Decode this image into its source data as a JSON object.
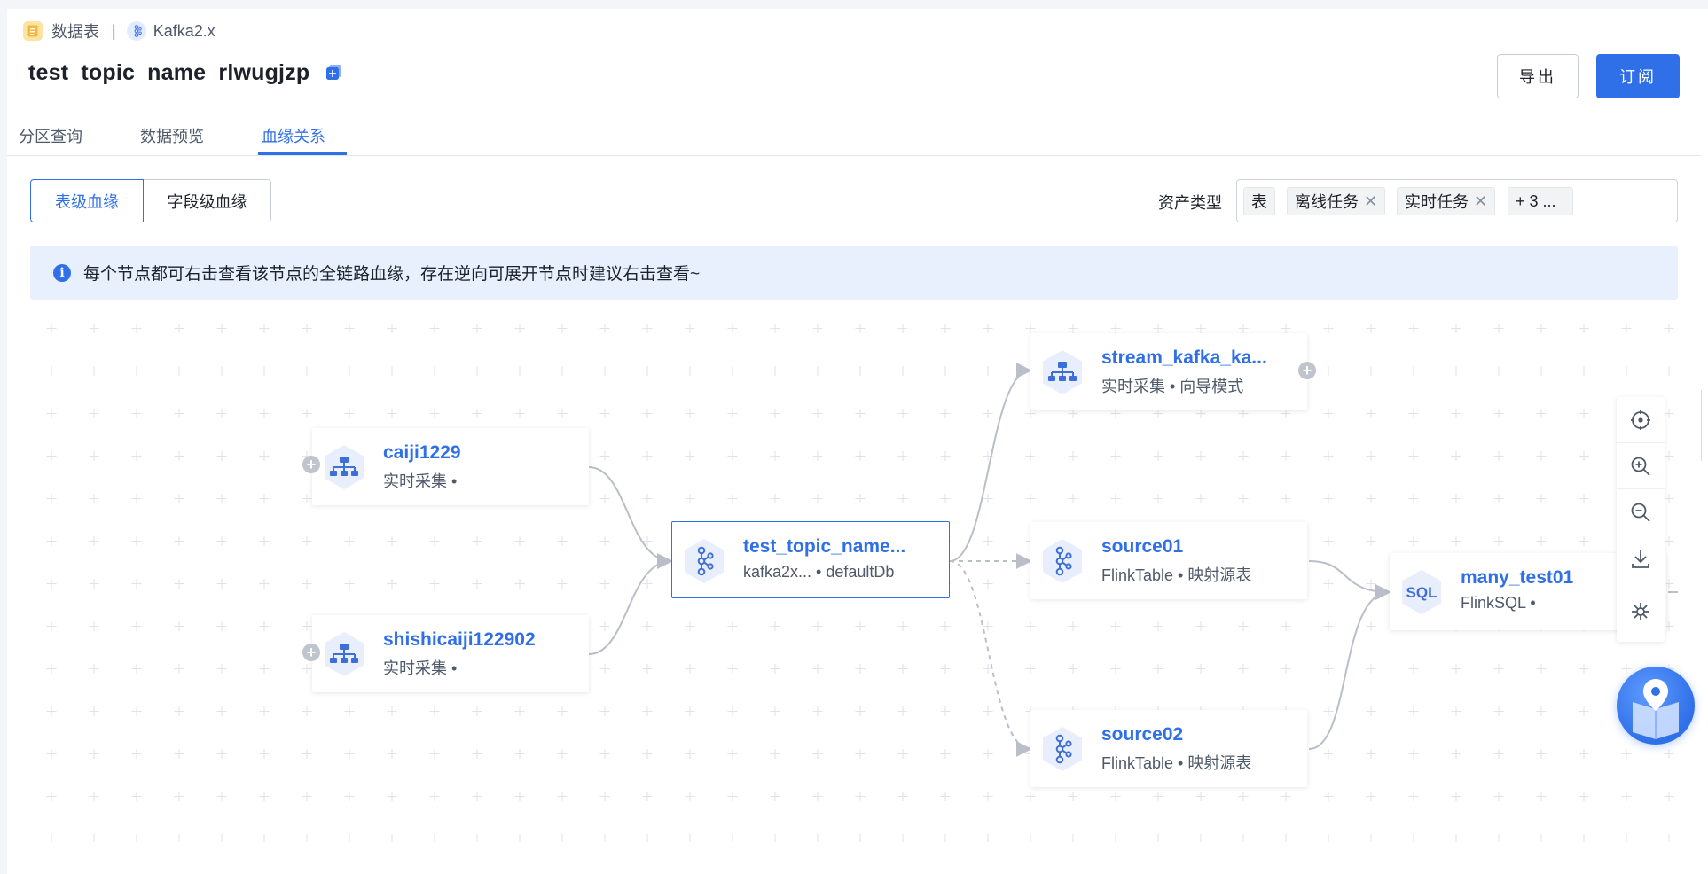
{
  "breadcrumb": {
    "item1": "数据表",
    "separator": "|",
    "item2": "Kafka2.x"
  },
  "title": "test_topic_name_rlwugjzp",
  "actions": {
    "export": "导出",
    "subscribe": "订阅"
  },
  "tabs": [
    {
      "label": "分区查询",
      "active": false
    },
    {
      "label": "数据预览",
      "active": false
    },
    {
      "label": "血缘关系",
      "active": true
    }
  ],
  "lineage_level": {
    "table": "表级血缘",
    "field": "字段级血缘",
    "selected": "表级血缘"
  },
  "asset_filter": {
    "label": "资产类型",
    "chips": [
      "表",
      "离线任务",
      "实时任务"
    ],
    "more": "+ 3 ..."
  },
  "info": "每个节点都可右击查看该节点的全链路血缘，存在逆向可展开节点时建议右击查看~",
  "nodes": {
    "caiji": {
      "name": "caiji1229",
      "sub": "实时采集 •",
      "icon": "collect-icon"
    },
    "shishi": {
      "name": "shishicaiji122902",
      "sub": "实时采集 •",
      "icon": "collect-icon"
    },
    "topic": {
      "name": "test_topic_name...",
      "sub": "kafka2x...   • defaultDb",
      "icon": "kafka-icon"
    },
    "stream": {
      "name": "stream_kafka_ka...",
      "sub": "实时采集 • 向导模式",
      "icon": "collect-icon"
    },
    "source01": {
      "name": "source01",
      "sub": "FlinkTable • 映射源表",
      "icon": "kafka-icon"
    },
    "source02": {
      "name": "source02",
      "sub": "FlinkTable • 映射源表",
      "icon": "kafka-icon"
    },
    "many": {
      "name": "many_test01",
      "sub": "FlinkSQL •",
      "icon": "sql-icon",
      "icon_text": "SQL"
    }
  },
  "toolbar": [
    "locate-icon",
    "zoom-in-icon",
    "zoom-out-icon",
    "download-icon",
    "layout-icon"
  ],
  "colors": {
    "accent": "#2f6fe8",
    "info_bg": "#e8f0fe",
    "edge": "#b9bec8"
  }
}
